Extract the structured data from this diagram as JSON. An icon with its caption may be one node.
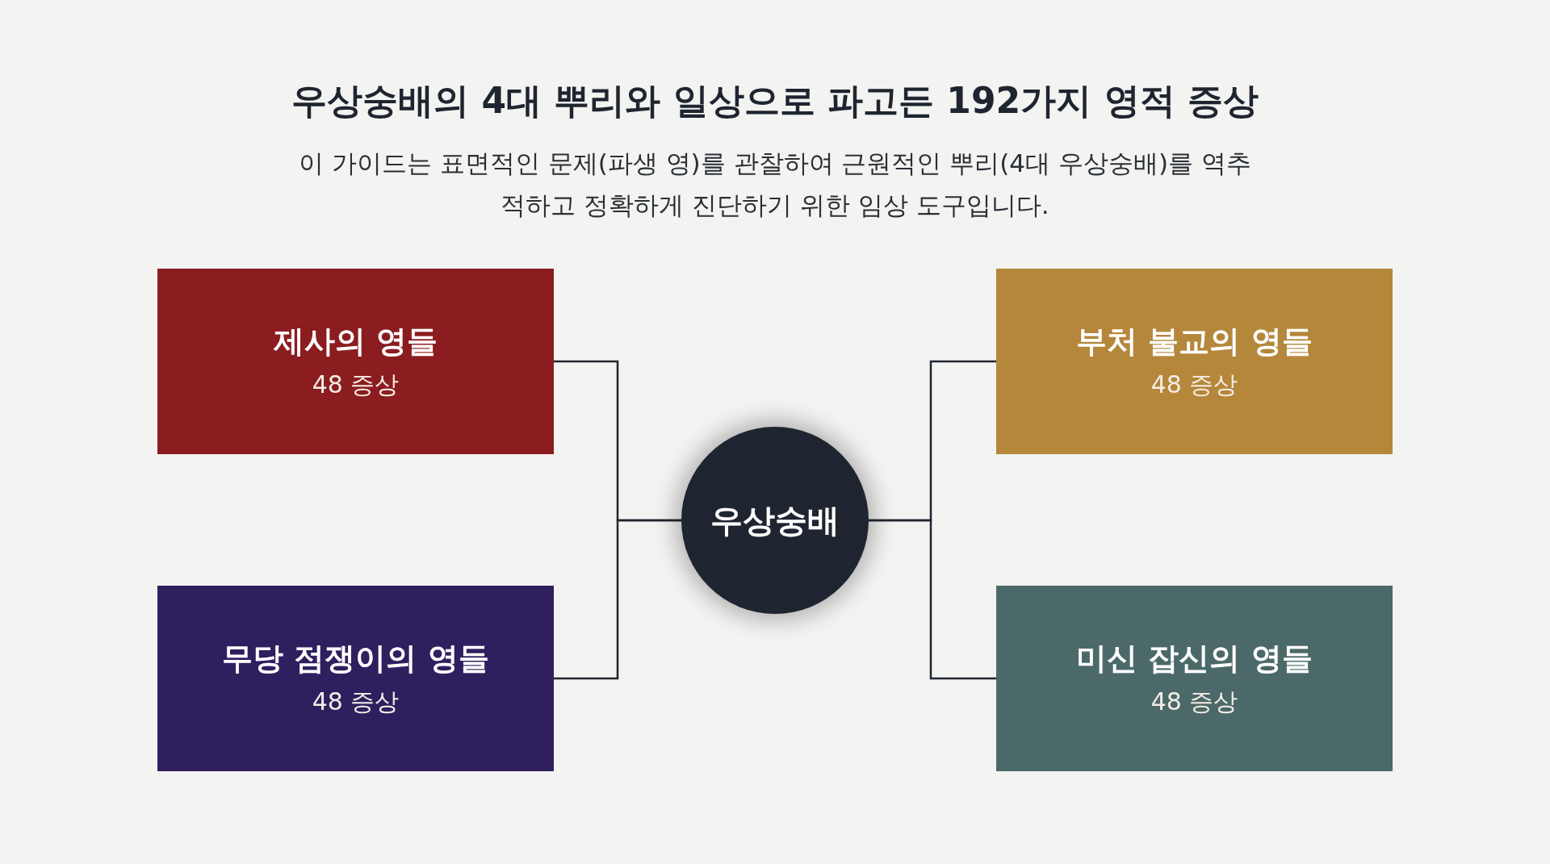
{
  "diagram": {
    "title": "우상숭배의 4대 뿌리와 일상으로 파고든 192가지 영적 증상",
    "caption": "이 가이드는 표면적인 문제(파생 영)를 관찰하여 근원적인 뿌리(4대 우상숭배)를 역추적하고 정확하게 진단하기 위한 임상 도구입니다.",
    "nodes": [
      {
        "text": [
          "제사의 영들",
          "48 증상"
        ]
      },
      {
        "text": [
          "부처 불교의 영들",
          "48 증상"
        ]
      },
      {
        "text": [
          "우상숭배"
        ]
      },
      {
        "text": [
          "무당 점쟁이의 영들",
          "48 증상"
        ]
      },
      {
        "text": [
          "미신 잡신의 영들",
          "48 증상"
        ]
      }
    ],
    "edges": [
      {
        "from": 2,
        "to": 0,
        "arrow": "none"
      },
      {
        "from": 2,
        "to": 1,
        "arrow": "none"
      },
      {
        "from": 2,
        "to": 3,
        "arrow": "none"
      },
      {
        "from": 2,
        "to": 4,
        "arrow": "none"
      }
    ]
  }
}
